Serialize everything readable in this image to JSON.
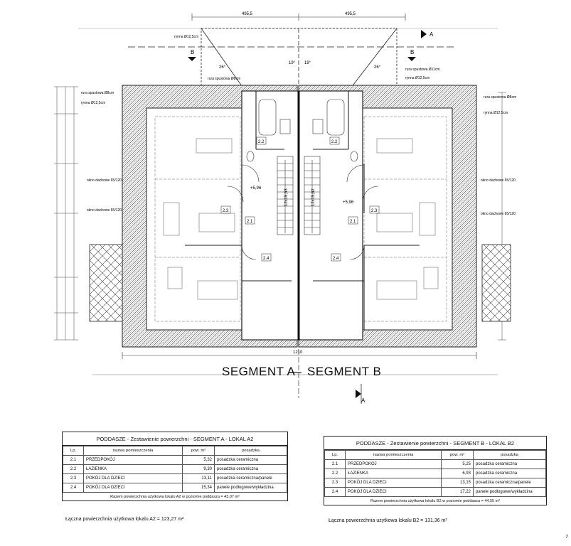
{
  "plan": {
    "dims_top": [
      "495,5",
      "495,5"
    ],
    "dim_bottom": "1210",
    "section_marks": {
      "A": "A",
      "B": "B"
    },
    "slope_labels": [
      "26°",
      "19°",
      "19°",
      "26°"
    ],
    "gutter_notes": {
      "top_left": "rynna Ø12,5cm",
      "top_left2": "rura spustowa Ø8cm",
      "top_right": "rura spustowa Ø11cm",
      "top_right2": "rynna Ø12,5cm",
      "left_upper1": "rura spustowa Ø8cm",
      "left_upper2": "rynna Ø12,5cm",
      "right_upper1": "rura spustowa Ø8cm",
      "right_upper2": "rynna Ø12,5cm"
    },
    "window_notes": {
      "left1": "okno dachowe 65/120",
      "left2": "okno dachowe 65/120",
      "right1": "okno dachowe 65/120",
      "right2": "okno dachowe 65/120"
    },
    "room_tags": {
      "a_22": "2.2",
      "a_23": "2.3",
      "a_21": "2.1",
      "a_24": "2.4",
      "b_22": "2.2",
      "b_23": "2.3",
      "b_21": "2.1",
      "b_24": "2.4"
    },
    "levels": {
      "a": "+5,96",
      "b": "+5,96"
    },
    "stairs": {
      "a": "12x15,53",
      "b": "12x15,62"
    }
  },
  "segments": {
    "a": "SEGMENT A",
    "b": "SEGMENT B",
    "separator": "—"
  },
  "table_a": {
    "title": "PODDASZE - Zestawienie powierzchni - SEGMENT A  -  LOKAL A2",
    "headers": [
      "Lp.",
      "nazwa pomieszczenia",
      "pow. m²",
      "posadzka"
    ],
    "rows": [
      [
        "2.1",
        "PRZEDPOKÓJ",
        "5,32",
        "posadzka ceramiczna"
      ],
      [
        "2.2",
        "ŁAZIENKA",
        "9,30",
        "posadzka ceramiczna"
      ],
      [
        "2.3",
        "POKÓJ DLA DZIECI",
        "13,11",
        "posadzka ceramiczna/panele"
      ],
      [
        "2.4",
        "POKÓJ DLA DZIECI",
        "15,34",
        "panele podłogowe/wykładzina"
      ]
    ],
    "summary": "Razem powierzchnia użytkowa lokalu  A2 w poziomie poddasza = 43,07 m²",
    "total": "Łączna powierzchnia użytkowa lokalu  A2 = 123,27 m²"
  },
  "table_b": {
    "title": "PODDASZE - Zestawienie powierzchni - SEGMENT B  -  LOKAL B2",
    "headers": [
      "Lp.",
      "nazwa pomieszczenia",
      "pow. m²",
      "posadzka"
    ],
    "rows": [
      [
        "2.1",
        "PRZEDPOKÓJ",
        "5,25",
        "posadzka ceramiczna"
      ],
      [
        "2.2",
        "ŁAZIENKA",
        "6,93",
        "posadzka ceramiczna"
      ],
      [
        "2.3",
        "POKÓJ DLA DZIECI",
        "13,15",
        "posadzka ceramiczna/panele"
      ],
      [
        "2.4",
        "POKÓJ DLA DZIECI",
        "17,22",
        "panele podłogowe/wykładzina"
      ]
    ],
    "summary": "Razem powierzchnia użytkowa lokalu  B2 w poziomie poddasza = 44,55 m²",
    "total": "Łączna powierzchnia użytkowa lokalu  B2 = 131,36 m²"
  },
  "page_number": "7"
}
